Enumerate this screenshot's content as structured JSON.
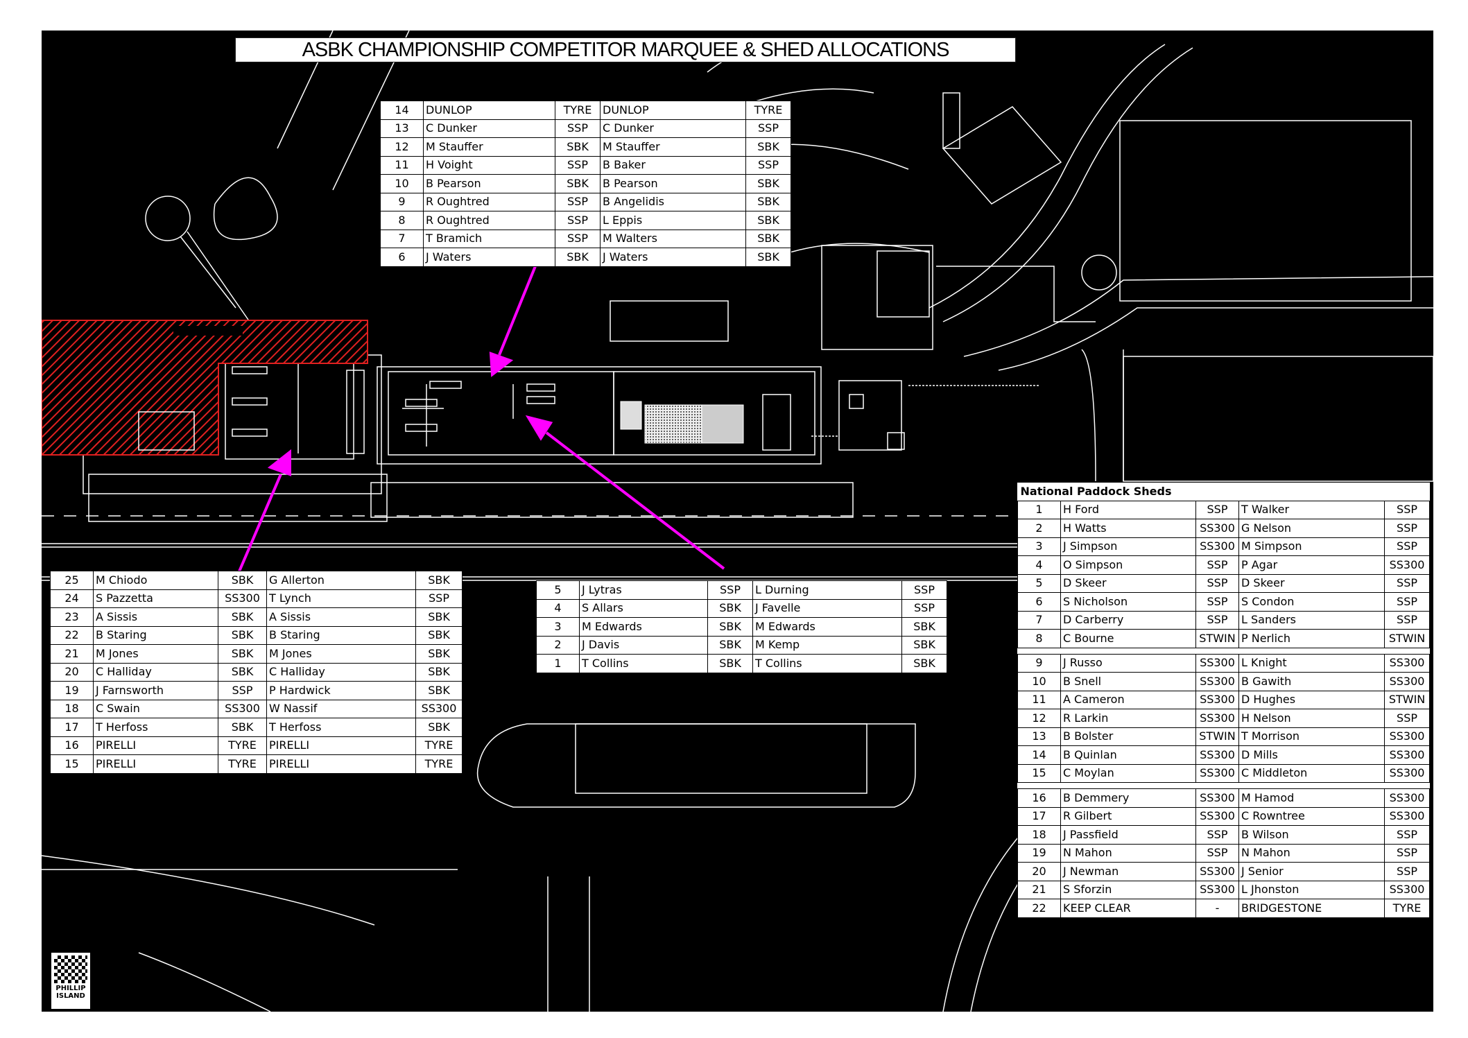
{
  "title": "ASBK CHAMPIONSHIP COMPETITOR MARQUEE & SHED ALLOCATIONS",
  "colors": {
    "map_bg": "#000000",
    "lines": "#ffffff",
    "arrow": "#ff00ff",
    "restricted_hatch": "#e02020"
  },
  "logo": {
    "line1": "PHILLIP",
    "line2": "ISLAND"
  },
  "table_top": {
    "rows": [
      [
        "14",
        "DUNLOP",
        "TYRE",
        "DUNLOP",
        "TYRE"
      ],
      [
        "13",
        "C Dunker",
        "SSP",
        "C Dunker",
        "SSP"
      ],
      [
        "12",
        "M Stauffer",
        "SBK",
        "M Stauffer",
        "SBK"
      ],
      [
        "11",
        "H Voight",
        "SSP",
        "B Baker",
        "SSP"
      ],
      [
        "10",
        "B Pearson",
        "SBK",
        "B Pearson",
        "SBK"
      ],
      [
        "9",
        "R Oughtred",
        "SSP",
        "B Angelidis",
        "SBK"
      ],
      [
        "8",
        "R Oughtred",
        "SSP",
        "L Eppis",
        "SBK"
      ],
      [
        "7",
        "T Bramich",
        "SSP",
        "M Walters",
        "SBK"
      ],
      [
        "6",
        "J Waters",
        "SBK",
        "J Waters",
        "SBK"
      ]
    ]
  },
  "table_left": {
    "rows": [
      [
        "25",
        "M Chiodo",
        "SBK",
        "G Allerton",
        "SBK"
      ],
      [
        "24",
        "S Pazzetta",
        "SS300",
        "T Lynch",
        "SSP"
      ],
      [
        "23",
        "A Sissis",
        "SBK",
        "A Sissis",
        "SBK"
      ],
      [
        "22",
        "B Staring",
        "SBK",
        "B Staring",
        "SBK"
      ],
      [
        "21",
        "M Jones",
        "SBK",
        "M Jones",
        "SBK"
      ],
      [
        "20",
        "C Halliday",
        "SBK",
        "C Halliday",
        "SBK"
      ],
      [
        "19",
        "J Farnsworth",
        "SSP",
        "P Hardwick",
        "SBK"
      ],
      [
        "18",
        "C Swain",
        "SS300",
        "W Nassif",
        "SS300"
      ],
      [
        "17",
        "T Herfoss",
        "SBK",
        "T Herfoss",
        "SBK"
      ],
      [
        "16",
        "PIRELLI",
        "TYRE",
        "PIRELLI",
        "TYRE"
      ],
      [
        "15",
        "PIRELLI",
        "TYRE",
        "PIRELLI",
        "TYRE"
      ]
    ]
  },
  "table_mid": {
    "rows": [
      [
        "5",
        "J Lytras",
        "SSP",
        "L Durning",
        "SSP"
      ],
      [
        "4",
        "S Allars",
        "SBK",
        "J Favelle",
        "SSP"
      ],
      [
        "3",
        "M Edwards",
        "SBK",
        "M Edwards",
        "SBK"
      ],
      [
        "2",
        "J Davis",
        "SBK",
        "M Kemp",
        "SBK"
      ],
      [
        "1",
        "T Collins",
        "SBK",
        "T Collins",
        "SBK"
      ]
    ]
  },
  "table_national": {
    "heading": "National Paddock Sheds",
    "groups": [
      [
        [
          "1",
          "H Ford",
          "SSP",
          "T Walker",
          "SSP"
        ],
        [
          "2",
          "H Watts",
          "SS300",
          "G Nelson",
          "SSP"
        ],
        [
          "3",
          "J Simpson",
          "SS300",
          "M Simpson",
          "SSP"
        ],
        [
          "4",
          "O Simpson",
          "SSP",
          "P Agar",
          "SS300"
        ],
        [
          "5",
          "D Skeer",
          "SSP",
          "D Skeer",
          "SSP"
        ],
        [
          "6",
          "S Nicholson",
          "SSP",
          "S Condon",
          "SSP"
        ],
        [
          "7",
          "D Carberry",
          "SSP",
          "L Sanders",
          "SSP"
        ],
        [
          "8",
          "C Bourne",
          "STWIN",
          "P Nerlich",
          "STWIN"
        ]
      ],
      [
        [
          "9",
          "J Russo",
          "SS300",
          "L Knight",
          "SS300"
        ],
        [
          "10",
          "B Snell",
          "SS300",
          "B Gawith",
          "SS300"
        ],
        [
          "11",
          "A Cameron",
          "SS300",
          "D Hughes",
          "STWIN"
        ],
        [
          "12",
          "R Larkin",
          "SS300",
          "H Nelson",
          "SSP"
        ],
        [
          "13",
          "B Bolster",
          "STWIN",
          "T Morrison",
          "SS300"
        ],
        [
          "14",
          "B Quinlan",
          "SS300",
          "D Mills",
          "SS300"
        ],
        [
          "15",
          "C Moylan",
          "SS300",
          "C Middleton",
          "SS300"
        ]
      ],
      [
        [
          "16",
          "B Demmery",
          "SS300",
          "M Hamod",
          "SS300"
        ],
        [
          "17",
          "R Gilbert",
          "SS300",
          "C Rowntree",
          "SS300"
        ],
        [
          "18",
          "J Passfield",
          "SSP",
          "B Wilson",
          "SSP"
        ],
        [
          "19",
          "N Mahon",
          "SSP",
          "N Mahon",
          "SSP"
        ],
        [
          "20",
          "J Newman",
          "SS300",
          "J Senior",
          "SSP"
        ],
        [
          "21",
          "S Sforzin",
          "SS300",
          "L Jhonston",
          "SS300"
        ],
        [
          "22",
          "KEEP CLEAR",
          "-",
          "BRIDGESTONE",
          "TYRE"
        ]
      ]
    ]
  }
}
